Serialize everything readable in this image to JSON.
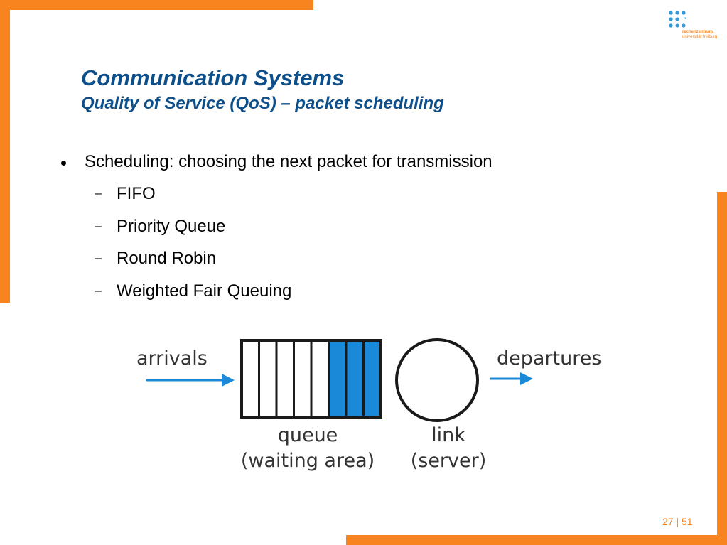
{
  "slide": {
    "title": "Communication Systems",
    "subtitle": "Quality of Service (QoS) – packet scheduling",
    "bullet": "Scheduling: choosing the next packet for transmission",
    "sub_items": [
      "FIFO",
      "Priority Queue",
      "Round Robin",
      "Weighted Fair Queuing"
    ],
    "dash": "–"
  },
  "logo": {
    "rz": "rz",
    "line1": "rechenzentrum",
    "line2": "universität freiburg"
  },
  "diagram": {
    "arrivals": "arrivals",
    "departures": "departures",
    "queue": "queue",
    "queue_sub": "(waiting area)",
    "link": "link",
    "link_sub": "(server)",
    "queue_slots_empty": 5,
    "queue_slots_filled": 3
  },
  "footer": {
    "page_current": "27",
    "page_sep": "|",
    "page_total": "51"
  },
  "colors": {
    "accent": "#f7841f",
    "title": "#0d4f8b",
    "packet": "#1a8ad8"
  }
}
